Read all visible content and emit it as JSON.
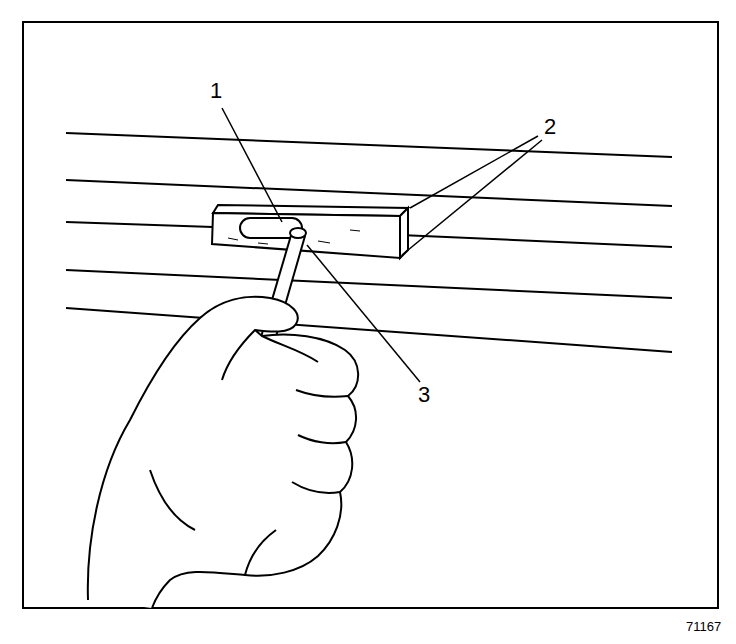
{
  "diagram": {
    "labels": [
      "1",
      "2",
      "3",
      "71167"
    ]
  }
}
